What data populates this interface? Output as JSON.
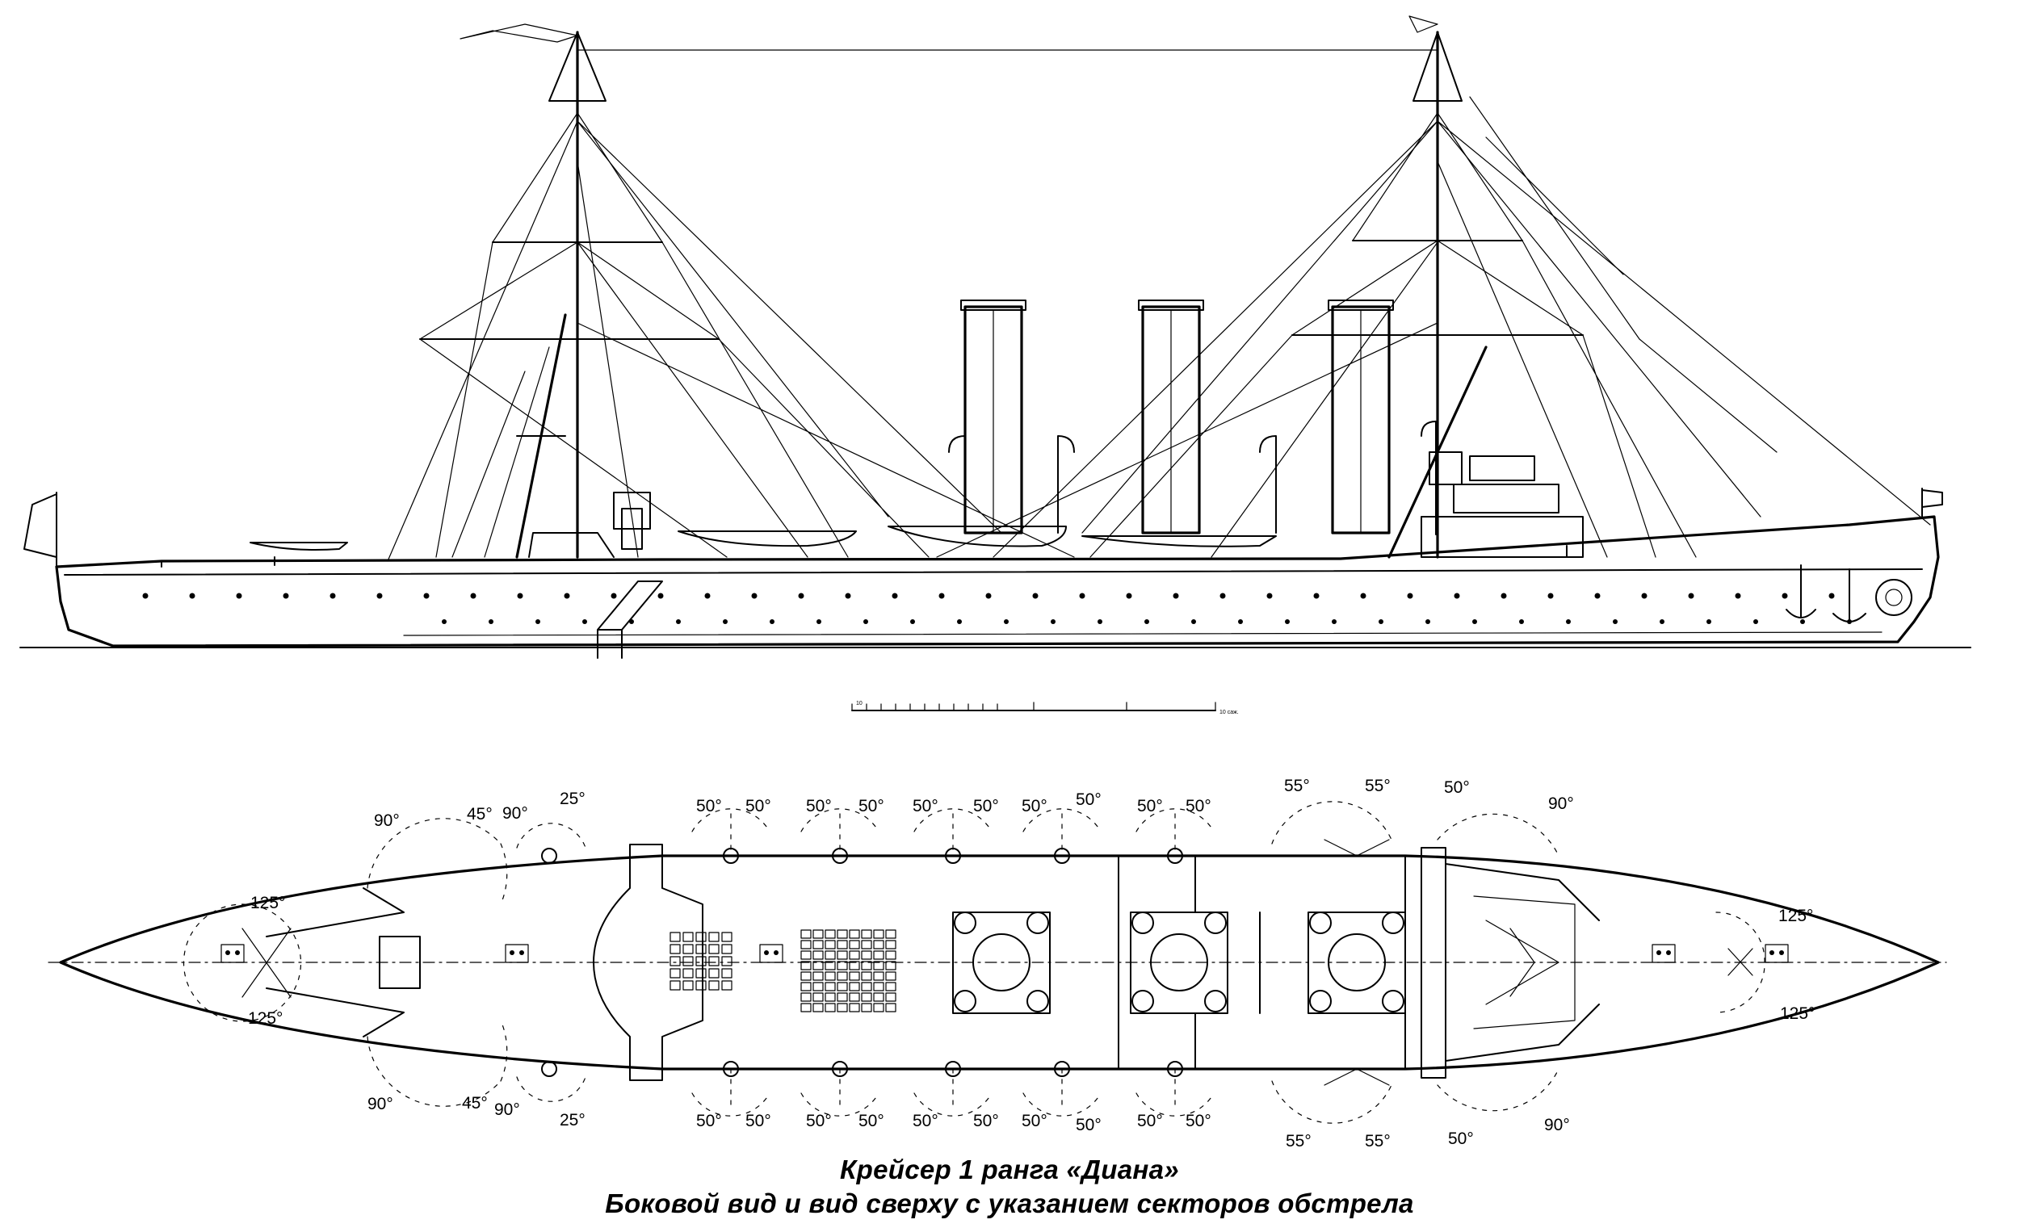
{
  "caption": {
    "title": "Крейсер 1 ранга «Диана»",
    "subtitle": "Боковой вид и вид сверху с указанием секторов обстрела"
  },
  "scale_bar": {
    "labels": [
      "10",
      "10 саж."
    ]
  },
  "firing_sectors": [
    {
      "name": "bow-upper-a",
      "label": "90°"
    },
    {
      "name": "bow-upper-b",
      "label": "45°"
    },
    {
      "name": "bow-upper-c",
      "label": "90°"
    },
    {
      "name": "bow-upper-d",
      "label": "25°"
    },
    {
      "name": "bow-front-upper",
      "label": "125°"
    },
    {
      "name": "bow-front-lower",
      "label": "125°"
    },
    {
      "name": "bow-lower-a",
      "label": "90°"
    },
    {
      "name": "bow-lower-b",
      "label": "45°"
    },
    {
      "name": "bow-lower-c",
      "label": "90°"
    },
    {
      "name": "bow-lower-d",
      "label": "25°"
    },
    {
      "name": "mid-upper-1a",
      "label": "50°"
    },
    {
      "name": "mid-upper-1b",
      "label": "50°"
    },
    {
      "name": "mid-upper-2a",
      "label": "50°"
    },
    {
      "name": "mid-upper-2b",
      "label": "50°"
    },
    {
      "name": "mid-upper-3a",
      "label": "50°"
    },
    {
      "name": "mid-upper-3b",
      "label": "50°"
    },
    {
      "name": "mid-upper-4a",
      "label": "50°"
    },
    {
      "name": "mid-upper-4b",
      "label": "50°"
    },
    {
      "name": "mid-upper-5a",
      "label": "50°"
    },
    {
      "name": "mid-upper-5b",
      "label": "50°"
    },
    {
      "name": "mid-lower-1a",
      "label": "50°"
    },
    {
      "name": "mid-lower-1b",
      "label": "50°"
    },
    {
      "name": "mid-lower-2a",
      "label": "50°"
    },
    {
      "name": "mid-lower-2b",
      "label": "50°"
    },
    {
      "name": "mid-lower-3a",
      "label": "50°"
    },
    {
      "name": "mid-lower-3b",
      "label": "50°"
    },
    {
      "name": "mid-lower-4a",
      "label": "50°"
    },
    {
      "name": "mid-lower-4b",
      "label": "50°"
    },
    {
      "name": "mid-lower-5a",
      "label": "50°"
    },
    {
      "name": "mid-lower-5b",
      "label": "50°"
    },
    {
      "name": "aft-upper-a",
      "label": "55°"
    },
    {
      "name": "aft-upper-b",
      "label": "55°"
    },
    {
      "name": "aft-upper-c",
      "label": "50°"
    },
    {
      "name": "aft-upper-d",
      "label": "90°"
    },
    {
      "name": "aft-lower-a",
      "label": "55°"
    },
    {
      "name": "aft-lower-b",
      "label": "55°"
    },
    {
      "name": "aft-lower-c",
      "label": "50°"
    },
    {
      "name": "aft-lower-d",
      "label": "90°"
    },
    {
      "name": "stern-upper",
      "label": "125°"
    },
    {
      "name": "stern-lower",
      "label": "125°"
    }
  ]
}
